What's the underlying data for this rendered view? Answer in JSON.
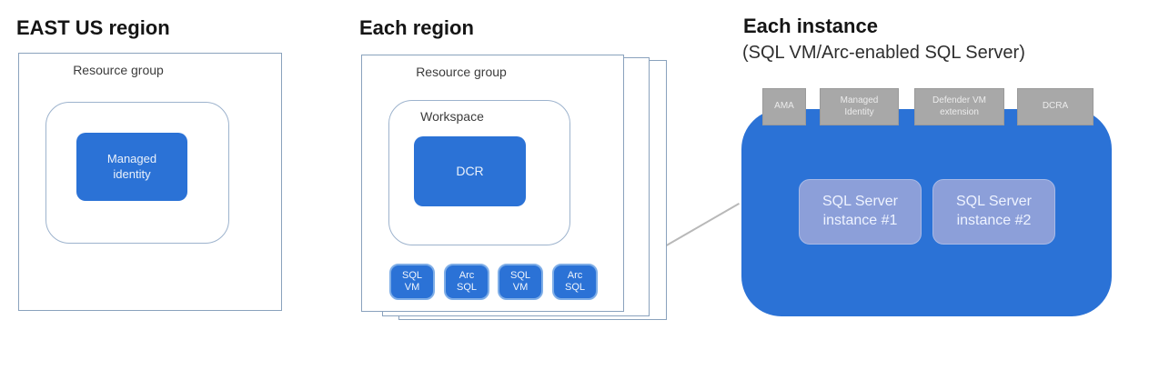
{
  "colors": {
    "node_blue": "#2b72d6",
    "node_blue_light_border": "#7faee7",
    "instance_fill": "#8c9fd9",
    "instance_border": "#a9bae6",
    "box_border": "#8aa2bd",
    "rounded_border": "#9db3cd",
    "extension_gray": "#a8a8a8",
    "connector_gray": "#b8b8b8"
  },
  "east_us": {
    "title": "EAST US region",
    "resource_group_label": "Resource group",
    "managed_identity_label": "Managed\nidentity"
  },
  "each_region": {
    "title": "Each region",
    "resource_group_label": "Resource group",
    "workspace_label": "Workspace",
    "dcr_label": "DCR",
    "nodes": [
      {
        "label": "SQL\nVM"
      },
      {
        "label": "Arc\nSQL"
      },
      {
        "label": "SQL\nVM"
      },
      {
        "label": "Arc\nSQL"
      }
    ]
  },
  "each_instance": {
    "title": "Each instance",
    "subtitle": "(SQL VM/Arc-enabled SQL Server)",
    "extensions": [
      {
        "label": "AMA"
      },
      {
        "label": "Managed\nIdentity"
      },
      {
        "label": "Defender VM\nextension"
      },
      {
        "label": "DCRA"
      }
    ],
    "sql_instances": [
      {
        "label": "SQL Server\ninstance #1"
      },
      {
        "label": "SQL Server\ninstance #2"
      }
    ]
  }
}
